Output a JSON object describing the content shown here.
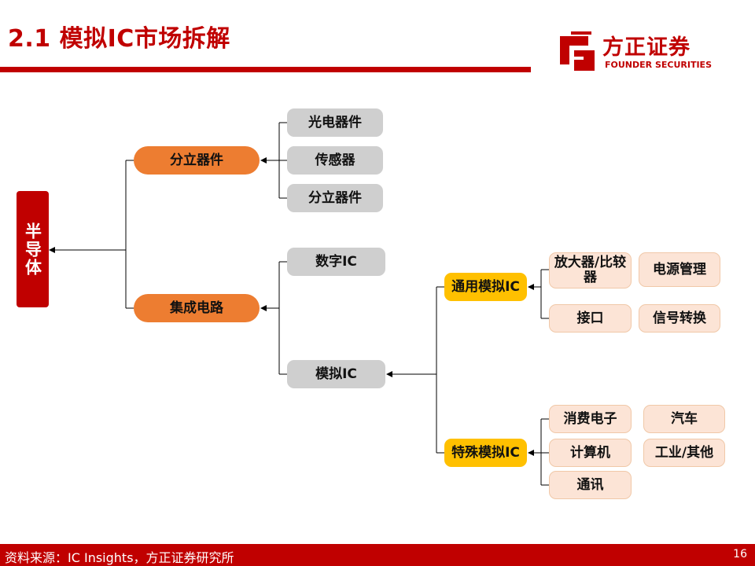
{
  "header": {
    "title": "2.1 模拟IC市场拆解"
  },
  "logo": {
    "name_cn": "方正证券",
    "name_en": "FOUNDER SECURITIES"
  },
  "diagram": {
    "root": "半导体",
    "discrete": {
      "label": "分立器件",
      "children": [
        "光电器件",
        "传感器",
        "分立器件"
      ]
    },
    "ic": {
      "label": "集成电路",
      "digital": "数字IC",
      "analog": "模拟IC"
    },
    "general_analog": {
      "label": "通用模拟IC",
      "children": [
        "放大器/比较器",
        "电源管理",
        "接口",
        "信号转换"
      ]
    },
    "special_analog": {
      "label": "特殊模拟IC",
      "children": [
        "消费电子",
        "汽车",
        "计算机",
        "工业/其他",
        "通讯"
      ]
    }
  },
  "footer": {
    "source": "资料来源：IC Insights，方正证券研究所",
    "page": "16"
  },
  "colors": {
    "brand_red": "#c00000",
    "orange": "#ed7d31",
    "yellow": "#ffc000",
    "gray": "#cfcfcf",
    "peach": "#fce4d6"
  }
}
